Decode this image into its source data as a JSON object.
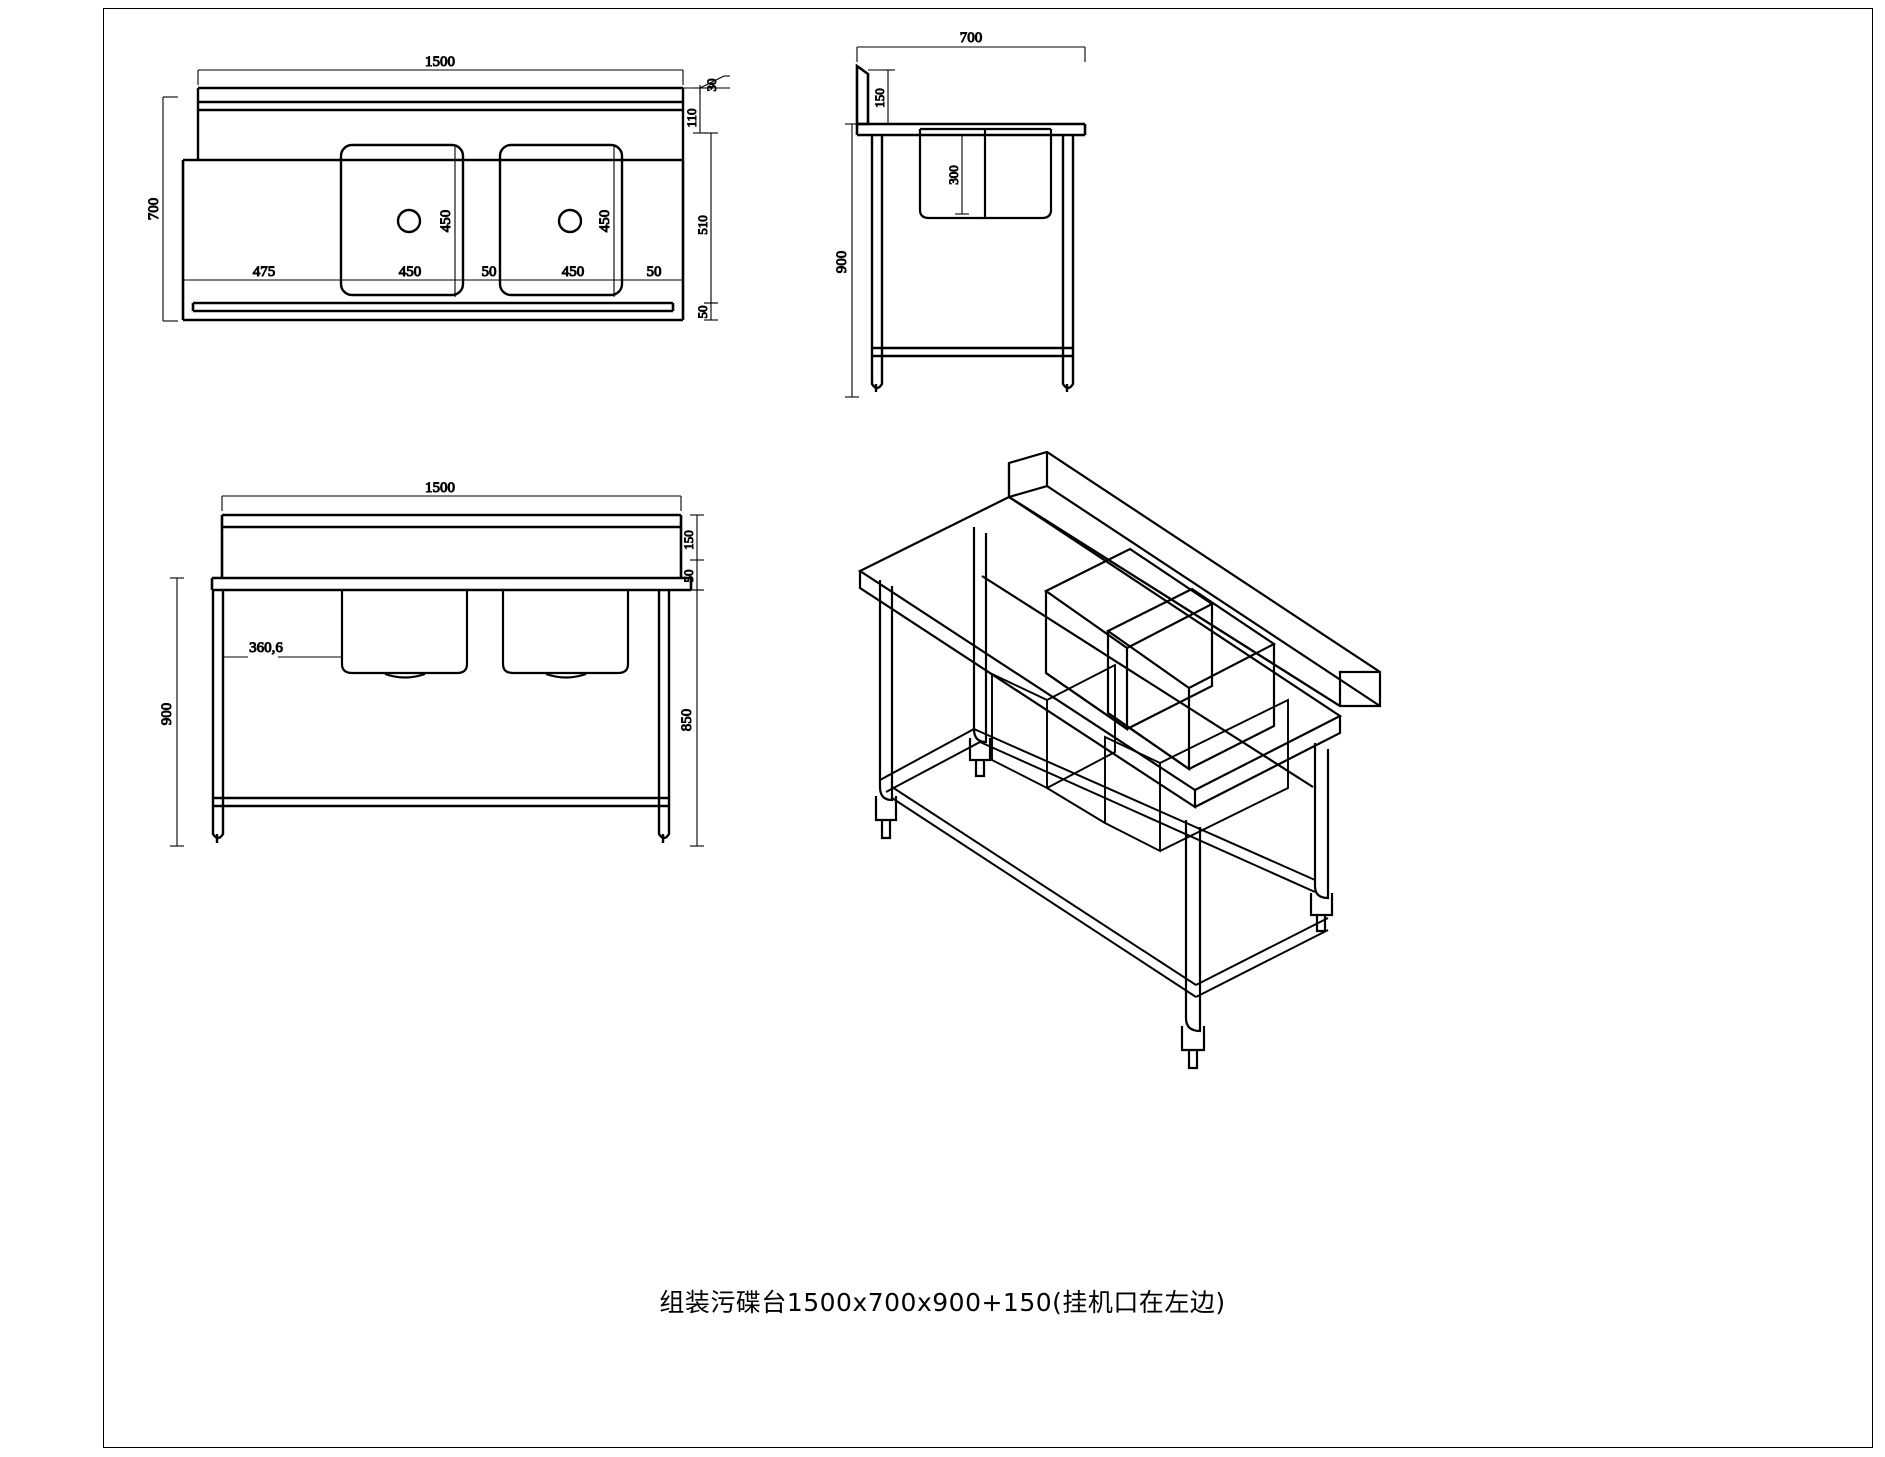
{
  "document": {
    "type": "engineering-drawing",
    "caption": "组装污碟台1500x700x900+150(挂机口在左边)",
    "line_color": "#000000",
    "background_color": "#ffffff"
  },
  "views": {
    "top": {
      "name": "top-view",
      "dimensions": {
        "overall_length": "1500",
        "overall_depth": "700",
        "left_drainboard": "475",
        "bowl1_width": "450",
        "bowl_gap": "50",
        "bowl2_width": "450",
        "right_margin": "50",
        "bowl1_depth": "450",
        "bowl2_depth": "450",
        "splash_thickness": "30",
        "splash_offset": "110",
        "clear_depth": "510",
        "front_edge": "50"
      }
    },
    "side": {
      "name": "side-view",
      "dimensions": {
        "depth": "700",
        "backsplash_height": "150",
        "bowl_depth": "300",
        "work_height": "900"
      }
    },
    "front": {
      "name": "front-view",
      "dimensions": {
        "overall_length": "1500",
        "backsplash_height": "150",
        "apron": "50",
        "drain_offset": "360,6",
        "total_height": "900",
        "under_shelf_height": "850"
      }
    },
    "iso": {
      "name": "isometric-view",
      "label": ""
    }
  },
  "dimension_labels": {
    "top_1500": "1500",
    "top_700": "700",
    "top_475": "475",
    "top_450_a": "450",
    "top_50_a": "50",
    "top_450_b": "450",
    "top_50_b": "50",
    "top_450_v1": "450",
    "top_450_v2": "450",
    "top_30": "30",
    "top_110": "110",
    "top_510": "510",
    "top_50_v": "50",
    "side_700": "700",
    "side_150": "150",
    "side_300": "300",
    "side_900": "900",
    "front_1500": "1500",
    "front_150": "150",
    "front_50": "50",
    "front_3606": "360,6",
    "front_900": "900",
    "front_850": "850"
  }
}
